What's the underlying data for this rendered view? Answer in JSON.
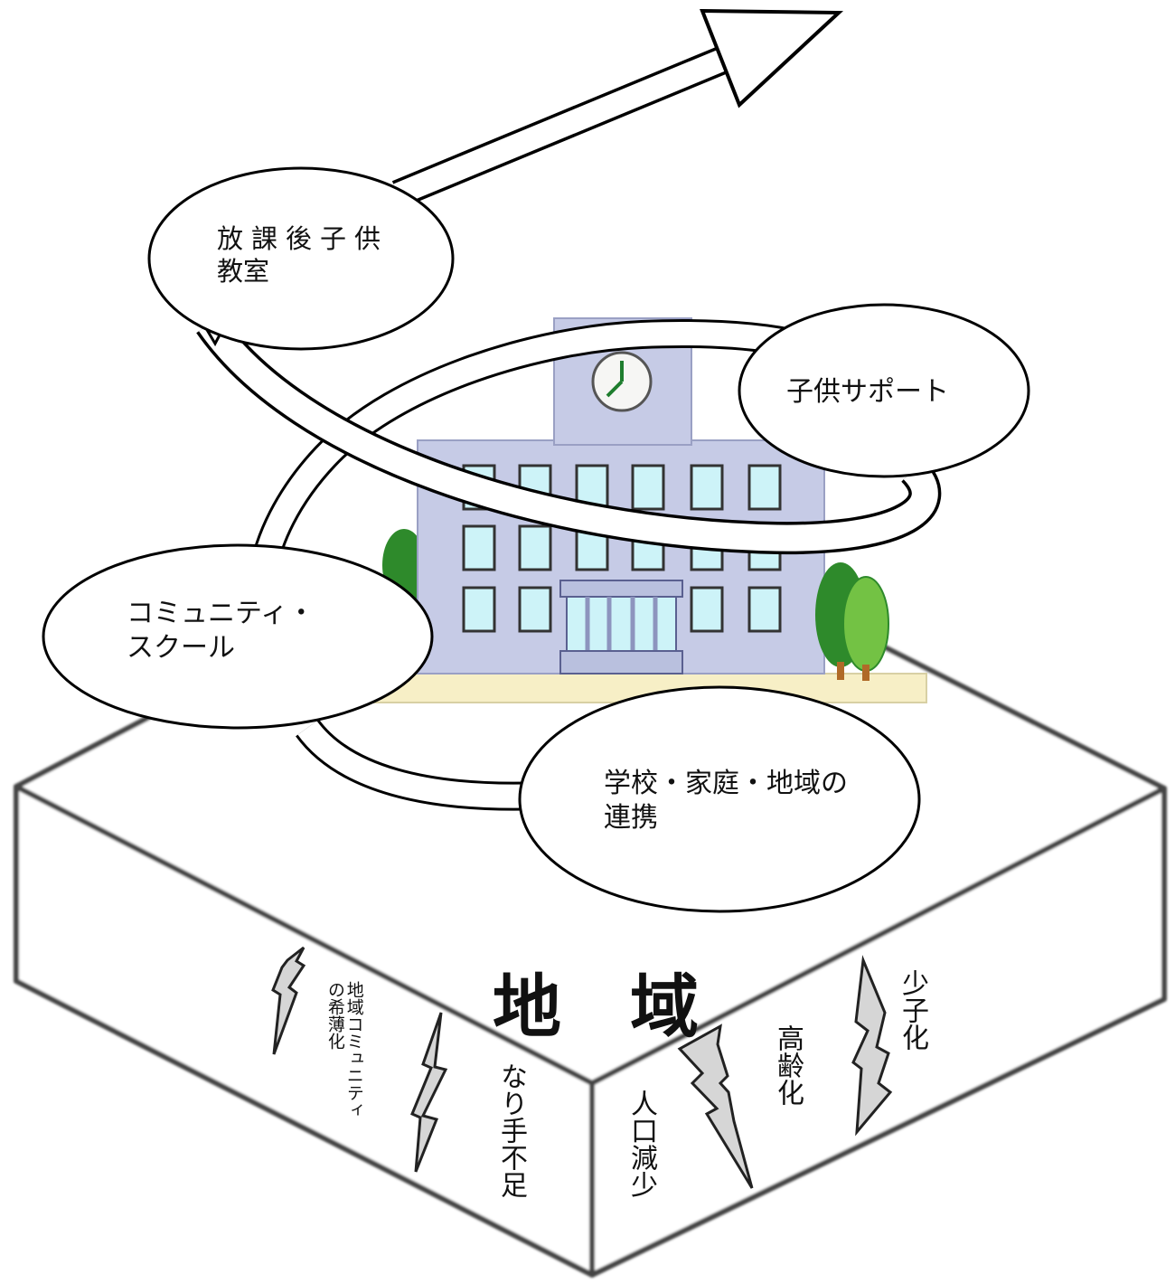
{
  "bubbles": {
    "after_school": {
      "line1": "放課後子供",
      "line2": "教室"
    },
    "child_support": {
      "label": "子供サポート"
    },
    "community_school": {
      "line1": "コミュニティ・",
      "line2": "スクール"
    },
    "partnership": {
      "line1": "学校・家庭・地域の",
      "line2": "連携"
    }
  },
  "block": {
    "title": "地　域",
    "issues": {
      "community_weakening": {
        "line1": "地域コミュニティ",
        "line2": "の希薄化"
      },
      "shortage_of_volunteers": "なり手不足",
      "population_decline": "人口減少",
      "aging": "高齢化",
      "low_birthrate": "少子化"
    }
  },
  "colors": {
    "building": "#c6cbe6",
    "window": "#cdf3f8",
    "ground": "#f7efc6",
    "tree_dark": "#2e8a2b",
    "tree_light": "#73c244",
    "bolt": "#d6d6d6"
  }
}
